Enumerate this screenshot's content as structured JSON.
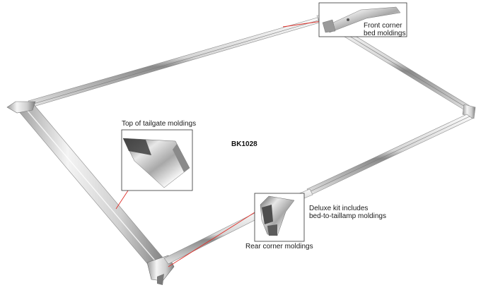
{
  "product": {
    "part_number": "BK1028"
  },
  "callouts": {
    "front_corner": {
      "line1": "Front corner",
      "line2": "bed moldings"
    },
    "tailgate_top": {
      "line1": "Top of tailgate moldings"
    },
    "deluxe_kit": {
      "line1": "Deluxe kit includes",
      "line2": "bed-to-taillamp moldings"
    },
    "rear_corner": {
      "line1": "Rear corner moldings"
    }
  },
  "colors": {
    "leader_line": "#e0302a",
    "inset_border": "#333333",
    "chrome_light": "#f2f2f2",
    "chrome_mid": "#b8b8b8",
    "chrome_dark": "#6e6e6e"
  }
}
